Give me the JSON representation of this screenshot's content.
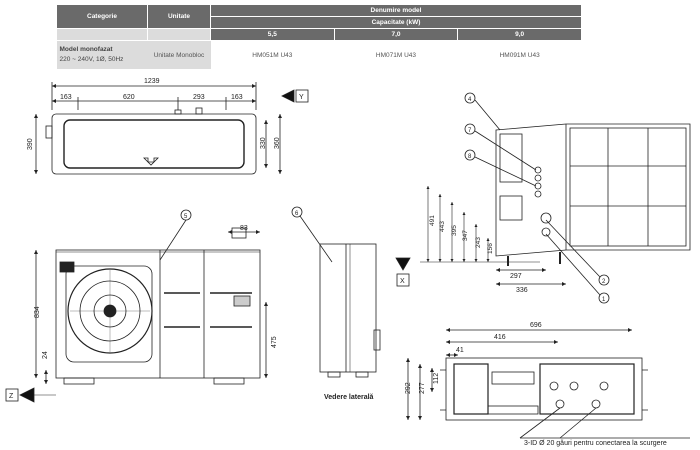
{
  "table": {
    "header": {
      "category": "Categorie",
      "unit": "Unitate",
      "model_name": "Denumire model",
      "capacity": "Capacitate (kW)",
      "capacities": [
        "5,5",
        "7,0",
        "9,0"
      ]
    },
    "row": {
      "category_line1": "Model monofazat",
      "category_line2": "220 ~ 240V, 1Ø, 50Hz",
      "unit": "Unitate Monobloc",
      "models": [
        "HM051M U43",
        "HM071M U43",
        "HM091M U43"
      ]
    }
  },
  "top_view": {
    "dims": {
      "overall": "1239",
      "left": "163",
      "mid": "620",
      "right_a": "293",
      "right_b": "163",
      "depth_a": "390",
      "depth_b": "330",
      "depth_c": "360"
    },
    "view_marker": "Y"
  },
  "front_view": {
    "dims": {
      "height": "834",
      "foot": "24",
      "vent_h": "475",
      "vent_w": "83"
    },
    "callout": "5",
    "view_marker": "Z"
  },
  "side_view": {
    "callout": "6",
    "caption": "Vedere laterală"
  },
  "rear_view": {
    "callouts": [
      "4",
      "7",
      "8",
      "2",
      "1"
    ],
    "dims": {
      "d491": "491",
      "d443": "443",
      "d395": "395",
      "d347": "347",
      "d243": "243",
      "d156": "156",
      "d297": "297",
      "d336": "336"
    },
    "view_marker": "X"
  },
  "bottom_view": {
    "dims": {
      "d696": "696",
      "d416": "416",
      "d41": "41",
      "d292": "292",
      "d277": "277",
      "d112": "112"
    },
    "note": "3-ID Ø 20 găuri pentru conectarea la scurgere"
  }
}
